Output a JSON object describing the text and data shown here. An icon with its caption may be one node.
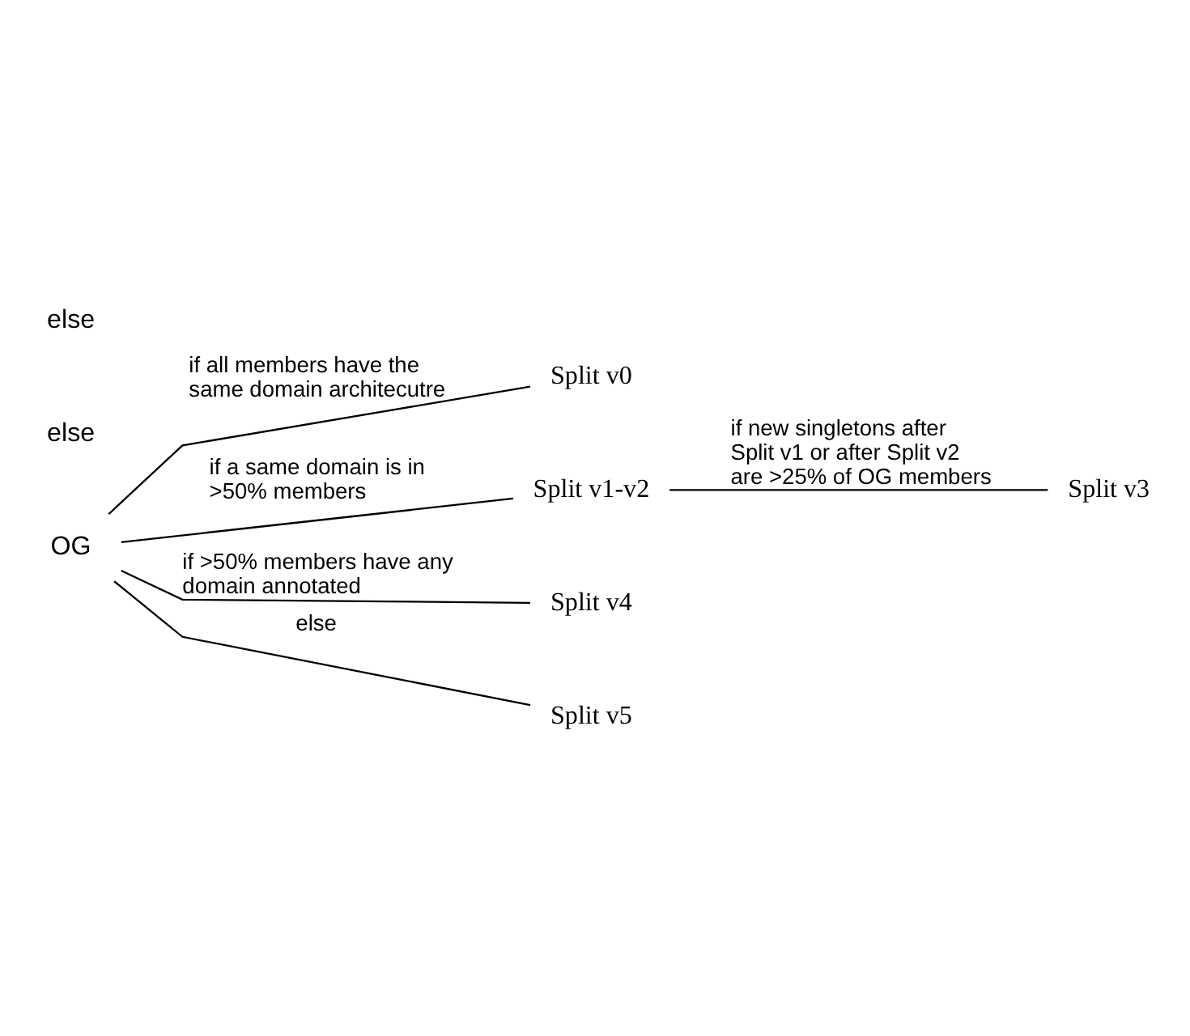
{
  "diagram": {
    "nodes": [
      {
        "text": [
          "OG"
        ]
      },
      {
        "text": [
          "Split v0"
        ]
      },
      {
        "text": [
          "Split v1-v2"
        ]
      },
      {
        "text": [
          "Split v3"
        ]
      },
      {
        "text": [
          "Split v4"
        ]
      },
      {
        "text": [
          "Split v5"
        ]
      }
    ],
    "edges": [
      {
        "from": 0,
        "to": 1,
        "arrow": "none",
        "label": "if all members have the same domain architecutre"
      },
      {
        "from": 0,
        "to": 2,
        "arrow": "none",
        "label": "if a same domain is in >50% members"
      },
      {
        "from": 2,
        "to": 3,
        "arrow": "none",
        "label": "if new singletons after Split v1 or after Split v2 are >25% of OG members"
      },
      {
        "from": 0,
        "to": 4,
        "arrow": "none",
        "label": "if >50% members have any domain annotated"
      },
      {
        "from": 0,
        "to": 5,
        "arrow": "none",
        "label": "else"
      }
    ],
    "labels": [
      "else",
      "else"
    ]
  }
}
